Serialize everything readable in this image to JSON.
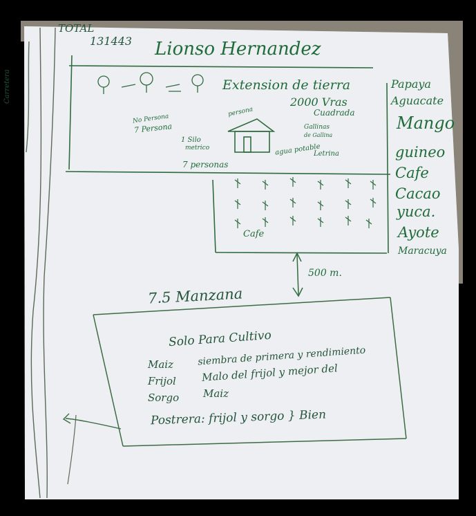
{
  "header": {
    "corner": "TOTAL",
    "area_code": "131443",
    "owner_name": "Lionso Hernandez"
  },
  "road_label": "Carretera",
  "farm": {
    "extension_label": "Extension de tierra",
    "area_value": "2000 Vras",
    "area_unit": "Cuadrada",
    "people_note_1": "No Persona",
    "people_note_2": "7 Persona",
    "house_label": "persona",
    "silo_label_1": "1 Silo",
    "silo_label_2": "metrico",
    "water_label": "agua potable",
    "latrine_label": "Letrina",
    "chickens_label_1": "Gallinas",
    "chickens_label_2": "de Gallina",
    "people_count": "7 personas",
    "cafe_label": "Cafe"
  },
  "crops_list": [
    "Papaya",
    "Aguacate",
    "Mango",
    "guineo",
    "Cafe",
    "Cacao",
    "yuca.",
    "Ayote",
    "Maracuya"
  ],
  "distance_label": "500 m.",
  "plot": {
    "size_label": "7.5 Manzana",
    "use_label": "Solo Para Cultivo",
    "crop_maiz": "Maiz",
    "crop_frijol": "Frijol",
    "crop_sorgo": "Sorgo",
    "note_line1": "siembra de primera y rendimiento",
    "note_line2": "Malo del frijol y mejor del",
    "note_line3": "Maiz",
    "postrera": "Postrera: frijol y sorgo } Bien"
  }
}
